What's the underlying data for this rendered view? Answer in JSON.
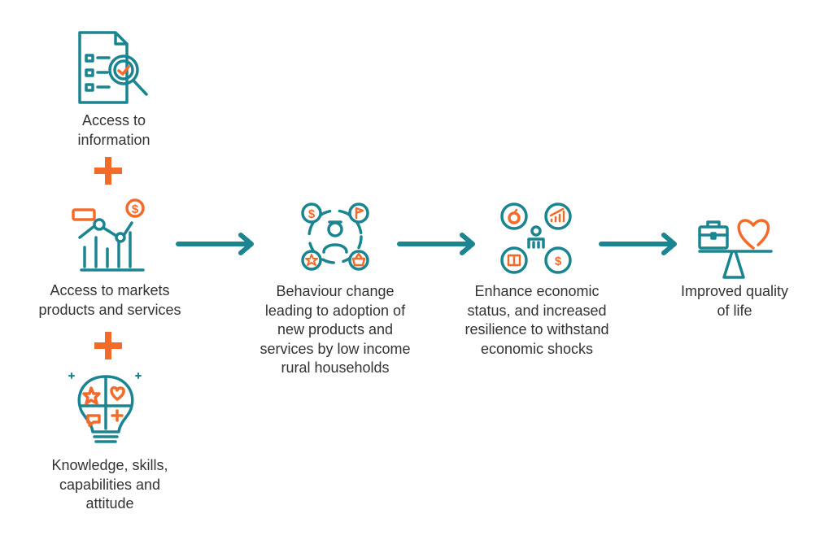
{
  "colors": {
    "teal": "#1a8591",
    "orange": "#f26b2a",
    "text": "#333333"
  },
  "inputs": [
    {
      "icon": "document-magnifier-icon",
      "lines": [
        "Access to",
        "information"
      ]
    },
    {
      "icon": "market-chart-icon",
      "lines": [
        "Access to markets",
        "products and services"
      ]
    },
    {
      "icon": "lightbulb-puzzle-icon",
      "lines": [
        "Knowledge, skills,",
        "capabilities and",
        "attitude"
      ]
    }
  ],
  "steps": [
    {
      "icon": "behaviour-change-icon",
      "lines": [
        "Behaviour change",
        "leading to adoption of",
        "new products and",
        "services by low income",
        "rural households"
      ]
    },
    {
      "icon": "economic-status-icon",
      "lines": [
        "Enhance economic",
        "status, and increased",
        "resilience to withstand",
        "economic shocks"
      ]
    },
    {
      "icon": "quality-of-life-scale-icon",
      "lines": [
        "Improved quality",
        "of life"
      ]
    }
  ],
  "icons": {
    "dollar": "$"
  }
}
